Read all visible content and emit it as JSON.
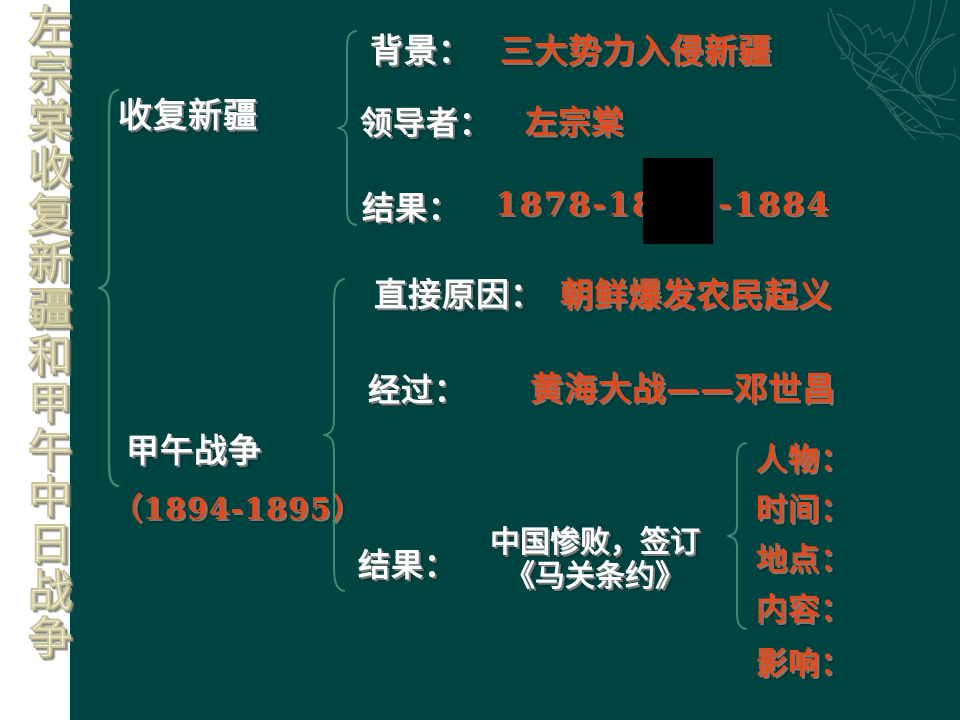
{
  "slide": {
    "background_color": "#004442",
    "accent_orange": "#e04a1e",
    "accent_white": "#ffffff",
    "brace_color": "#3f8a72",
    "side_panel_color": "#ffffff",
    "title_text_color": "#f7f3d8"
  },
  "vertical_title": {
    "full": "左宗棠收复新疆和甲午中日战争",
    "chars": [
      "左",
      "宗",
      "棠",
      "收",
      "复",
      "新",
      "疆",
      "和",
      "甲",
      "午",
      "中",
      "日",
      "战",
      "争"
    ]
  },
  "topics": [
    {
      "name": "收复新疆",
      "rows": [
        {
          "label": "背景：",
          "value": "三大势力入侵新疆"
        },
        {
          "label": "领导者：",
          "value": "左宗棠"
        },
        {
          "label": "结果：",
          "value": "1878-188",
          "value_tail": "-1884"
        }
      ]
    },
    {
      "name": "甲午战争",
      "years": "（1894-1895）",
      "rows": [
        {
          "label": "直接原因：",
          "value": "朝鲜爆发农民起义"
        },
        {
          "label": "经过：",
          "value": "黄海大战——邓世昌"
        },
        {
          "label": "结果：",
          "value_line1": "中国惨败，签订",
          "value_line2": "《马关条约》"
        }
      ]
    }
  ],
  "detail_list": {
    "items": [
      "人物：",
      "时间：",
      "地点：",
      "内容：",
      "影响："
    ]
  },
  "redaction": {
    "present": true,
    "color": "#000000"
  },
  "icons": {
    "decoration": "dragon-line-art-icon",
    "brace_left_outer": "curly-brace-icon",
    "brace_group_one": "curly-brace-icon",
    "brace_group_two": "curly-brace-icon",
    "brace_detail_list": "curly-brace-icon"
  }
}
